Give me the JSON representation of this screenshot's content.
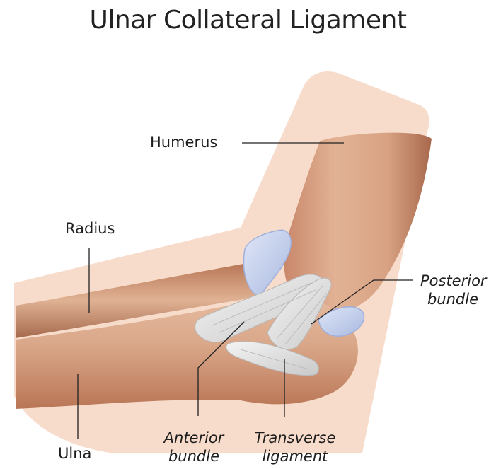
{
  "title": "Ulnar Collateral Ligament",
  "labels": {
    "humerus": "Humerus",
    "radius": "Radius",
    "ulna": "Ulna",
    "posterior_line1": "Posterior",
    "posterior_line2": "bundle",
    "anterior_line1": "Anterior",
    "anterior_line2": "bundle",
    "transverse_line1": "Transverse",
    "transverse_line2": "ligament"
  },
  "colors": {
    "skin": "#f7d9c6",
    "bone": "#d49a78",
    "cartilage": "#c8d4ee",
    "ligament": "#e4e4e4",
    "text": "#1e1e1e"
  }
}
